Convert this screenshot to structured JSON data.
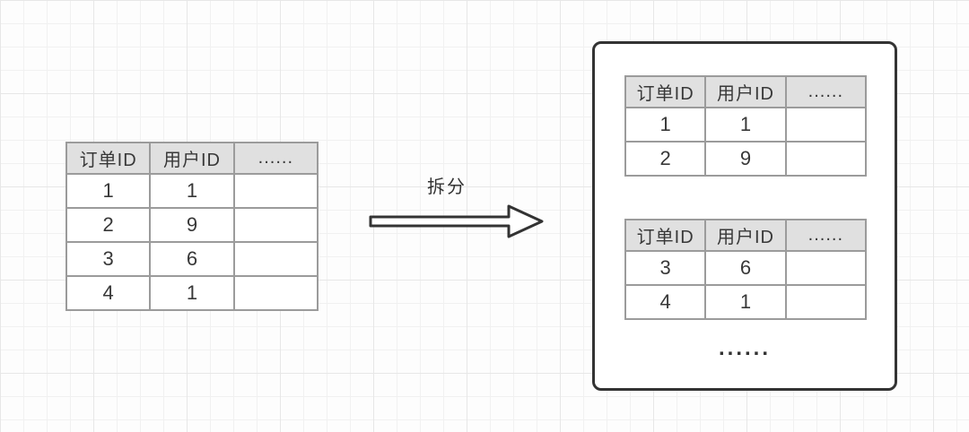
{
  "canvas": {
    "arrow_label": "拆分",
    "more_tables_ellipsis": "......"
  },
  "source_table": {
    "headers": [
      "订单ID",
      "用户ID",
      "......"
    ],
    "rows": [
      [
        "1",
        "1",
        ""
      ],
      [
        "2",
        "9",
        ""
      ],
      [
        "3",
        "6",
        ""
      ],
      [
        "4",
        "1",
        ""
      ]
    ]
  },
  "shard_group": {
    "tables": [
      {
        "headers": [
          "订单ID",
          "用户ID",
          "......"
        ],
        "rows": [
          [
            "1",
            "1",
            ""
          ],
          [
            "2",
            "9",
            ""
          ]
        ]
      },
      {
        "headers": [
          "订单ID",
          "用户ID",
          "......"
        ],
        "rows": [
          [
            "3",
            "6",
            ""
          ],
          [
            "4",
            "1",
            ""
          ]
        ]
      }
    ]
  },
  "colors": {
    "table_header_bg": "#e0e0e0",
    "table_border": "#9b9b9b",
    "panel_border": "#333333",
    "text": "#383838",
    "grid_line_minor": "#f1f1f1",
    "grid_line_major": "#e7e7e7"
  }
}
